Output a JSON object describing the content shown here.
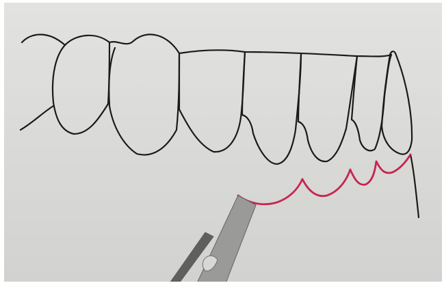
{
  "figure": {
    "description_text": "",
    "colors": {
      "paper": "#dcdcda",
      "tooth_outline": "#1a1a1a",
      "incision_line": "#c8234e",
      "scalpel_blade": "#9a9a98",
      "scalpel_edge": "#6e6e6c",
      "scalpel_handle": "#5f5f5d"
    },
    "elements": {
      "teeth_count": 7,
      "incision_type": "scalloped-gingival-incision",
      "instrument": "scalpel-blade"
    }
  }
}
